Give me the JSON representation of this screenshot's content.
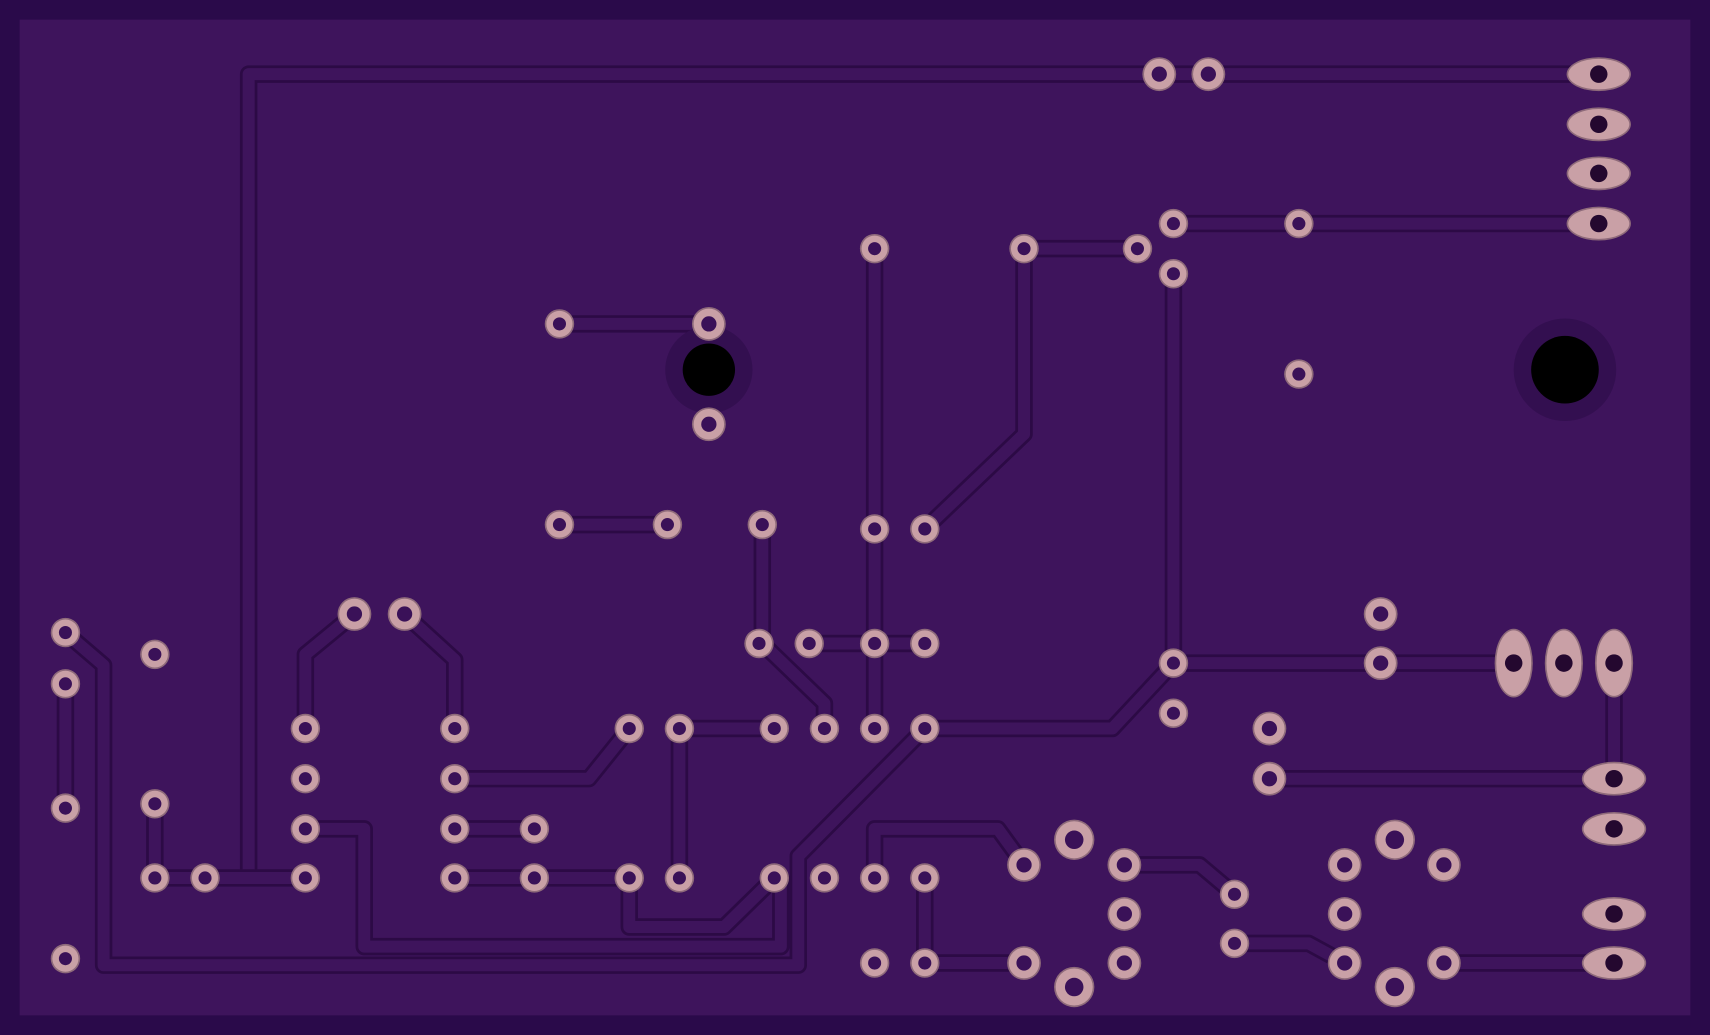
{
  "colors": {
    "outer": "#2a0a4a",
    "board": "#3e145c",
    "trace": "#2c0a45",
    "pad": "#c9a0a6",
    "pad_edge": "#8e6a7a",
    "drill": "#3a1158",
    "hole": "#000000",
    "hole_ring": "#330f50"
  },
  "board": {
    "name": "pcb-bottom-layer",
    "mounting_holes": [
      {
        "name": "mounting-hole-left"
      },
      {
        "name": "mounting-hole-right"
      }
    ]
  }
}
